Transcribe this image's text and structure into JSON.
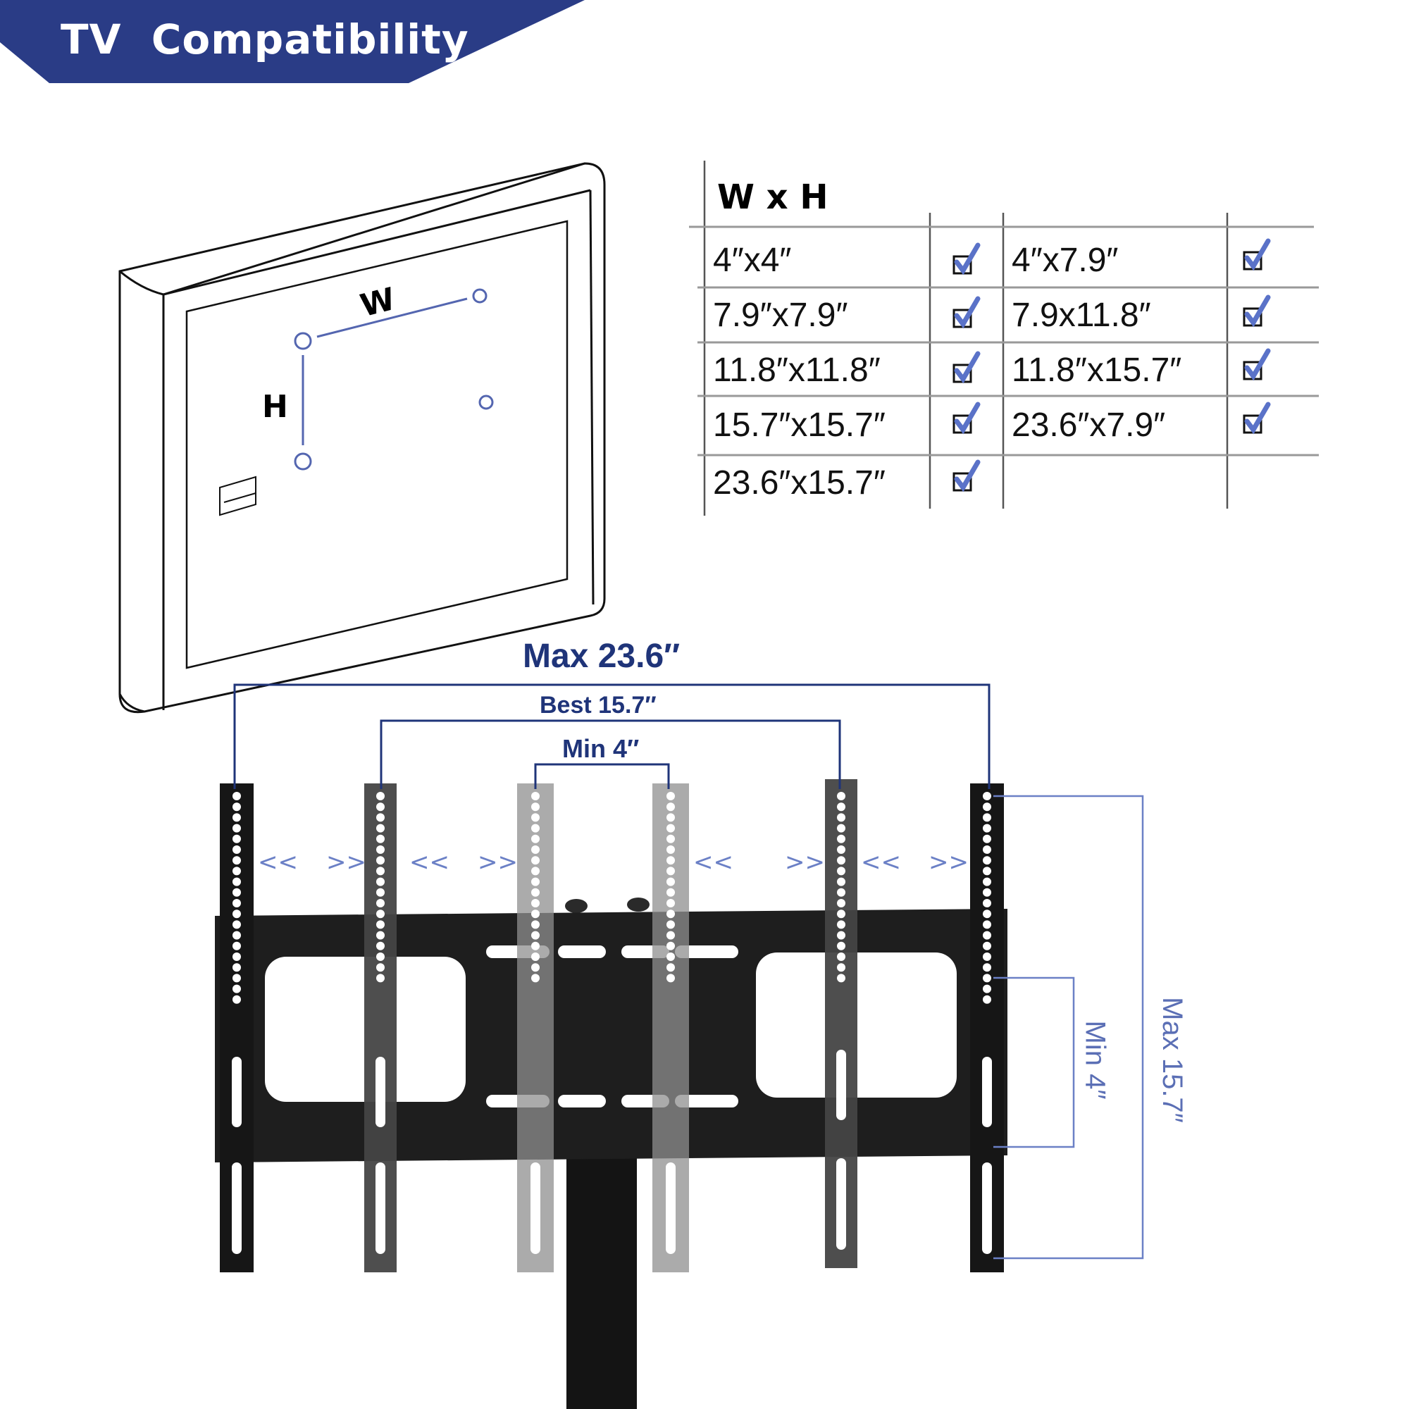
{
  "banner": {
    "title": "TV  Compatibility",
    "color": "#2a3c86"
  },
  "tv_diagram": {
    "w_label": "W",
    "h_label": "H"
  },
  "table": {
    "header": "W x H",
    "rows": [
      {
        "left": "4″x4″",
        "right": "4″x7.9″"
      },
      {
        "left": "7.9″x7.9″",
        "right": "7.9x11.8″"
      },
      {
        "left": "11.8″x11.8″",
        "right": "11.8″x15.7″"
      },
      {
        "left": "15.7″x15.7″",
        "right": "23.6″x7.9″"
      },
      {
        "left": "23.6″x15.7″",
        "right": ""
      }
    ]
  },
  "bracket": {
    "max_width": "Max 23.6″",
    "best_width": "Best 15.7″",
    "min_width": "Min 4″",
    "min_height": "Min 4″",
    "max_height": "Max 15.7″",
    "arrow_left": "<<",
    "arrow_right": ">>"
  },
  "colors": {
    "accent": "#2a3c86",
    "check": "#5a72c8",
    "dim_light": "#6b80c6"
  }
}
